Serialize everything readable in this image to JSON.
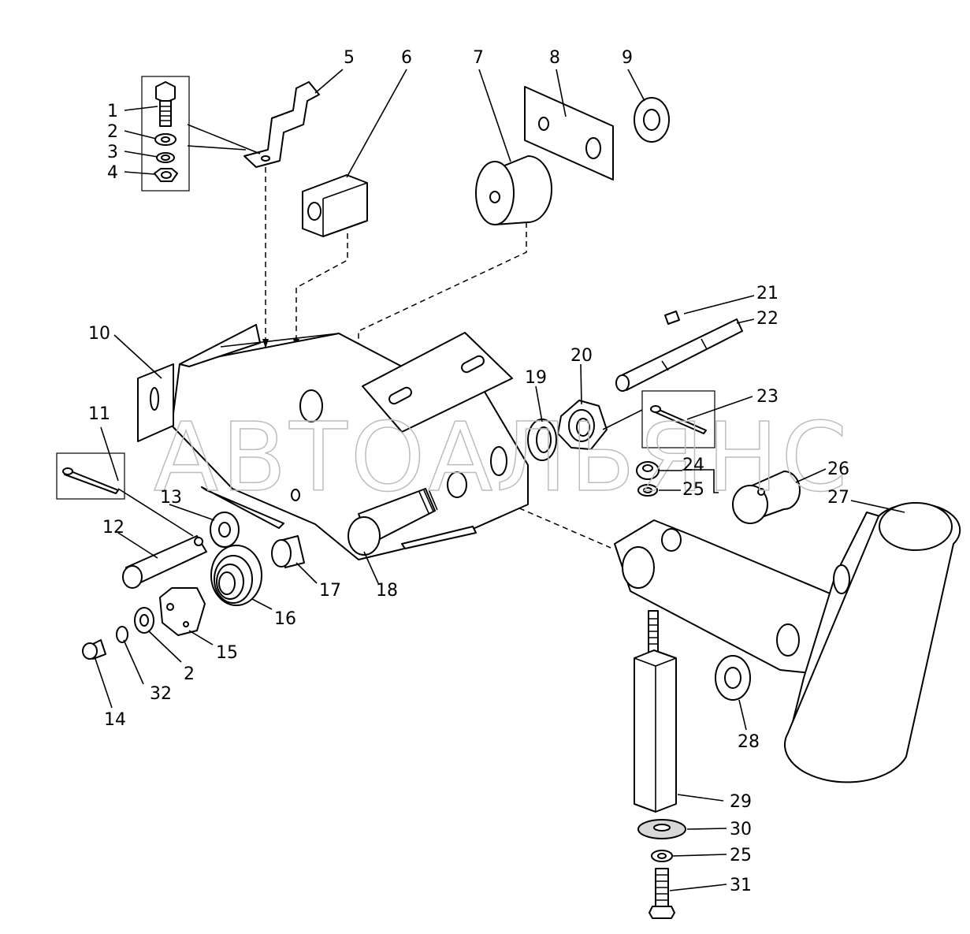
{
  "watermark": "АВТОАЛЬЯНС",
  "callouts": {
    "c1": "1",
    "c2": "2",
    "c3": "3",
    "c4": "4",
    "c5": "5",
    "c6": "6",
    "c7": "7",
    "c8": "8",
    "c9": "9",
    "c10": "10",
    "c11": "11",
    "c12": "12",
    "c13": "13",
    "c14": "14",
    "c15": "15",
    "c16": "16",
    "c17": "17",
    "c18": "18",
    "c19": "19",
    "c20": "20",
    "c21": "21",
    "c22": "22",
    "c23": "23",
    "c24": "24",
    "c25a": "25",
    "c26": "26",
    "c27": "27",
    "c28": "28",
    "c29": "29",
    "c30": "30",
    "c25b": "25",
    "c31": "31",
    "c2b": "2",
    "c32": "32"
  }
}
